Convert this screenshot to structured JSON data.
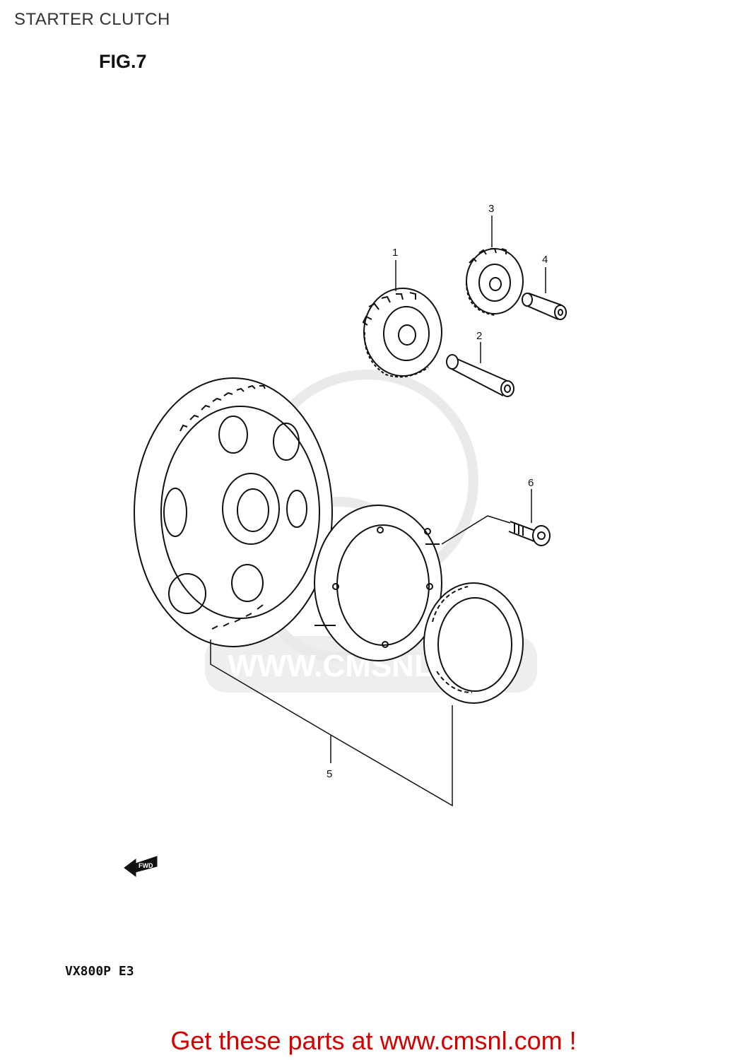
{
  "header": {
    "title": "STARTER CLUTCH",
    "figure_label": "FIG.7"
  },
  "footer": {
    "model_code": "VX800P  E3",
    "call_to_action": "Get these parts at www.cmsnl.com !"
  },
  "parts": [
    {
      "ref": "1"
    },
    {
      "ref": "2"
    },
    {
      "ref": "3"
    },
    {
      "ref": "4"
    },
    {
      "ref": "5"
    },
    {
      "ref": "6"
    }
  ],
  "direction_marker": "FWD",
  "watermark": {
    "text": "WWW.CMSNL.COM",
    "color": "#e6e6e6"
  },
  "colors": {
    "line": "#111111",
    "cta": "#d40000"
  }
}
